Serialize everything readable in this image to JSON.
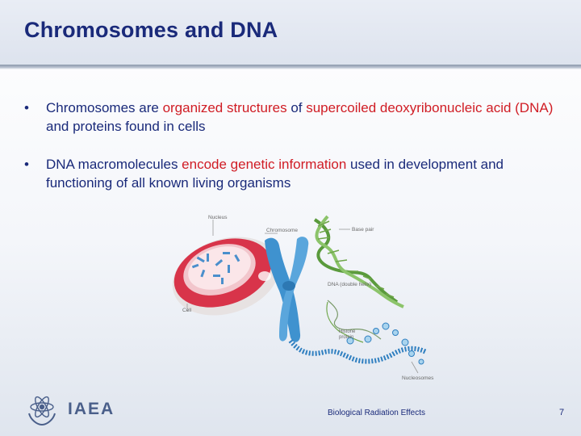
{
  "slide": {
    "title": "Chromosomes and DNA",
    "bullets": [
      {
        "segments": [
          {
            "text": "Chromosomes are ",
            "highlight": false
          },
          {
            "text": "organized structures",
            "highlight": true
          },
          {
            "text": " of ",
            "highlight": false
          },
          {
            "text": "supercoiled deoxyribonucleic acid (DNA)",
            "highlight": true
          },
          {
            "text": " and proteins found in cells",
            "highlight": false
          }
        ]
      },
      {
        "segments": [
          {
            "text": "DNA macromolecules ",
            "highlight": false
          },
          {
            "text": "encode genetic information",
            "highlight": true
          },
          {
            "text": " used in development and functioning of all known living organisms",
            "highlight": false
          }
        ]
      }
    ]
  },
  "figure": {
    "labels": {
      "nucleus": "Nucleus",
      "chromosome": "Chromosome",
      "cell": "Cell",
      "base_pair": "Base pair",
      "dna_double_helix": "DNA (double helix)",
      "histone": "Histone",
      "histone_line2": "protein",
      "nucleosomes": "Nucleosomes"
    }
  },
  "footer": {
    "logo_text": "IAEA",
    "center_text": "Biological Radiation Effects",
    "page_number": "7"
  },
  "colors": {
    "title": "#1a2a7a",
    "highlight": "#d01c24",
    "cell_red": "#d8344a",
    "chromosome_blue": "#3f92cf",
    "dna_green": "#6fa64a"
  },
  "icons": [
    "bullet-icon",
    "iaea-atom-logo-icon"
  ]
}
